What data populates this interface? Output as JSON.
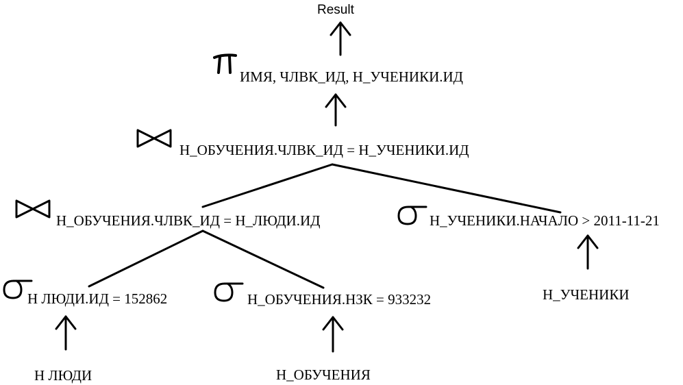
{
  "diagram": {
    "result": "Result",
    "projection": {
      "symbol_icon": "pi-icon",
      "label": "ИМЯ, ЧЛВК_ИД, Н_УЧЕНИКИ.ИД"
    },
    "join_top": {
      "symbol_icon": "bowtie-join-icon",
      "label": "Н_ОБУЧЕНИЯ.ЧЛВК_ИД = Н_УЧЕНИКИ.ИД"
    },
    "join_left": {
      "symbol_icon": "bowtie-join-icon",
      "label": "Н_ОБУЧЕНИЯ.ЧЛВК_ИД = Н_ЛЮДИ.ИД"
    },
    "select_students": {
      "symbol_icon": "sigma-icon",
      "label": "Н_УЧЕНИКИ.НАЧАЛО > 2011-11-21"
    },
    "select_people": {
      "symbol_icon": "sigma-icon",
      "label": "Н  ЛЮДИ.ИД = 152862"
    },
    "select_studies": {
      "symbol_icon": "sigma-icon",
      "label": "Н_ОБУЧЕНИЯ.НЗК = 933232"
    },
    "table_people": "Н  ЛЮДИ",
    "table_studies": "Н_ОБУЧЕНИЯ",
    "table_students": "Н_УЧЕНИКИ"
  },
  "colors": {
    "ink": "#000000",
    "background": "#ffffff"
  }
}
